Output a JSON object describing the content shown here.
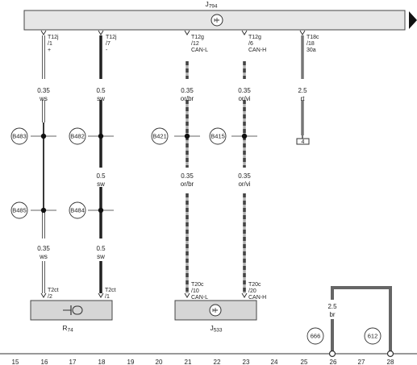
{
  "components": {
    "top": {
      "name": "J",
      "sub": "794"
    },
    "r74": {
      "name": "R",
      "sub": "74"
    },
    "j533": {
      "name": "J",
      "sub": "533"
    }
  },
  "colors": {
    "bar_fill": "#e6e6e6",
    "box_fill": "#d6d6d6",
    "stroke": "#444444",
    "wire_black": "#222222",
    "wire_orange_dashes": "#a0a0a0",
    "wire_red": "#777777",
    "wire_brown": "#666666"
  },
  "wires": [
    {
      "id": "c16",
      "top_pin": [
        "T12j",
        "/1",
        "+"
      ],
      "bottom_pin": [
        "T2ct",
        "/2"
      ],
      "segments": [
        {
          "size": "0.35",
          "color": "ws"
        },
        {
          "size": "0.35",
          "color": "ws"
        }
      ],
      "splices": [
        "B483",
        "B485"
      ]
    },
    {
      "id": "c18",
      "top_pin": [
        "T12j",
        "/7",
        "-"
      ],
      "bottom_pin": [
        "T2ct",
        "/1"
      ],
      "segments": [
        {
          "size": "0.5",
          "color": "sw"
        },
        {
          "size": "0.5",
          "color": "sw"
        },
        {
          "size": "0.5",
          "color": "sw"
        }
      ],
      "splices": [
        "B482",
        "B484"
      ]
    },
    {
      "id": "c21",
      "top_pin": [
        "T12g",
        "/12",
        "CAN-L"
      ],
      "bottom_pin": [
        "T20c",
        "/10",
        "CAN-L"
      ],
      "segments": [
        {
          "size": "0.35",
          "color": "or/br"
        },
        {
          "size": "0.35",
          "color": "or/br"
        }
      ],
      "splices": [
        "B421"
      ]
    },
    {
      "id": "c23",
      "top_pin": [
        "T12g",
        "/6",
        "CAN-H"
      ],
      "bottom_pin": [
        "T20c",
        "/20",
        "CAN-H"
      ],
      "segments": [
        {
          "size": "0.35",
          "color": "or/vi"
        },
        {
          "size": "0.35",
          "color": "or/vi"
        }
      ],
      "splices": [
        "B415"
      ]
    },
    {
      "id": "c25",
      "top_pin": [
        "T18c",
        "/18",
        "30a"
      ],
      "segments": [
        {
          "size": "2.5",
          "color": "rt"
        }
      ],
      "terminal": "4"
    },
    {
      "id": "c26",
      "segments": [
        {
          "size": "2.5",
          "color": "br"
        }
      ]
    }
  ],
  "references": [
    "666",
    "612"
  ],
  "columns": [
    "15",
    "16",
    "17",
    "18",
    "19",
    "20",
    "21",
    "22",
    "23",
    "24",
    "25",
    "26",
    "27",
    "28"
  ]
}
